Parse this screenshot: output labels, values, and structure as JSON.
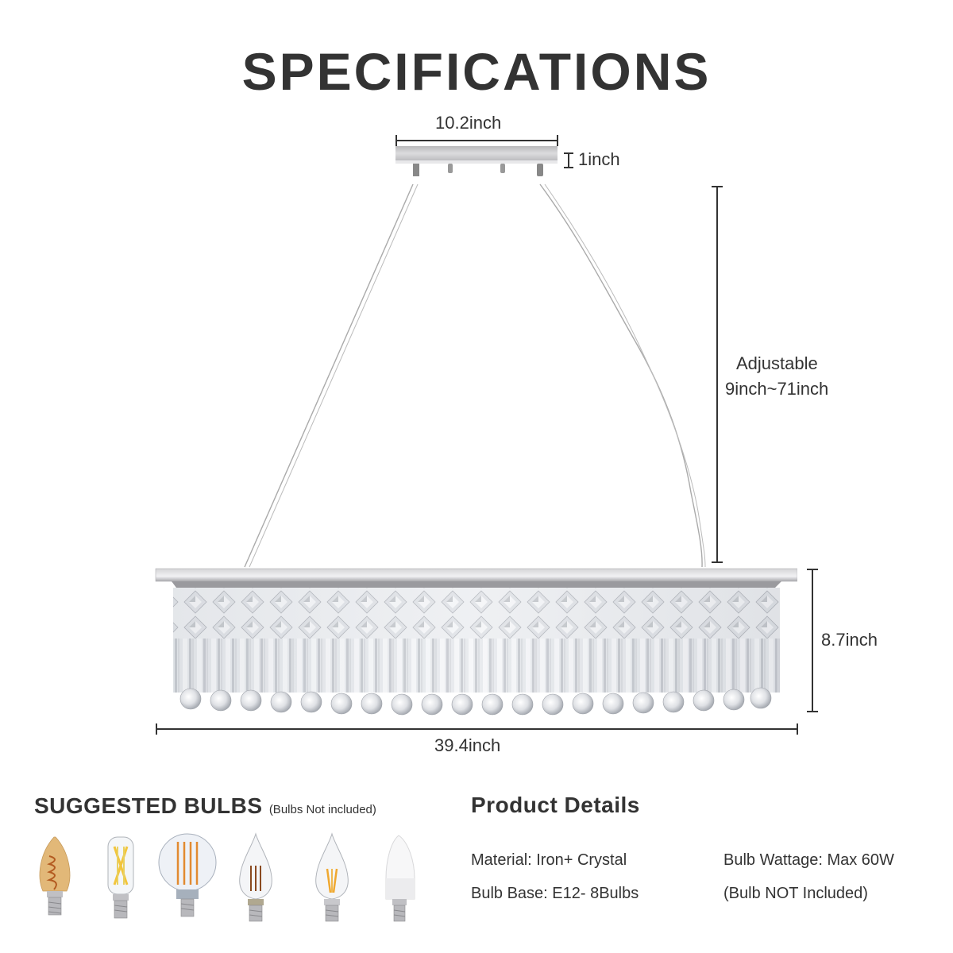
{
  "header": {
    "title": "SPECIFICATIONS"
  },
  "dimensions": {
    "canopy_width": "10.2inch",
    "canopy_height": "1inch",
    "adjustable_line1": "Adjustable",
    "adjustable_line2": "9inch~71inch",
    "fixture_height": "8.7inch",
    "fixture_length": "39.4inch"
  },
  "bulbs": {
    "title": "SUGGESTED BULBS",
    "note": "(Bulbs Not included)",
    "items": [
      {
        "type": "amber-spiral-candle-bulb"
      },
      {
        "type": "tubular-filament-bulb"
      },
      {
        "type": "globe-filament-bulb"
      },
      {
        "type": "flame-tip-filament-bulb"
      },
      {
        "type": "flame-tip-warm-filament-bulb"
      },
      {
        "type": "frosted-led-candle-bulb"
      }
    ]
  },
  "details": {
    "title": "Product Details",
    "material": "Material: Iron+ Crystal",
    "bulb_base": "Bulb Base: E12- 8Bulbs",
    "wattage": "Bulb Wattage: Max 60W",
    "bulb_note": "(Bulb NOT Included)"
  },
  "colors": {
    "text": "#333333",
    "chrome": "#c8c8ca",
    "crystal": "#e6e8ec",
    "filament": "#e8a040"
  }
}
